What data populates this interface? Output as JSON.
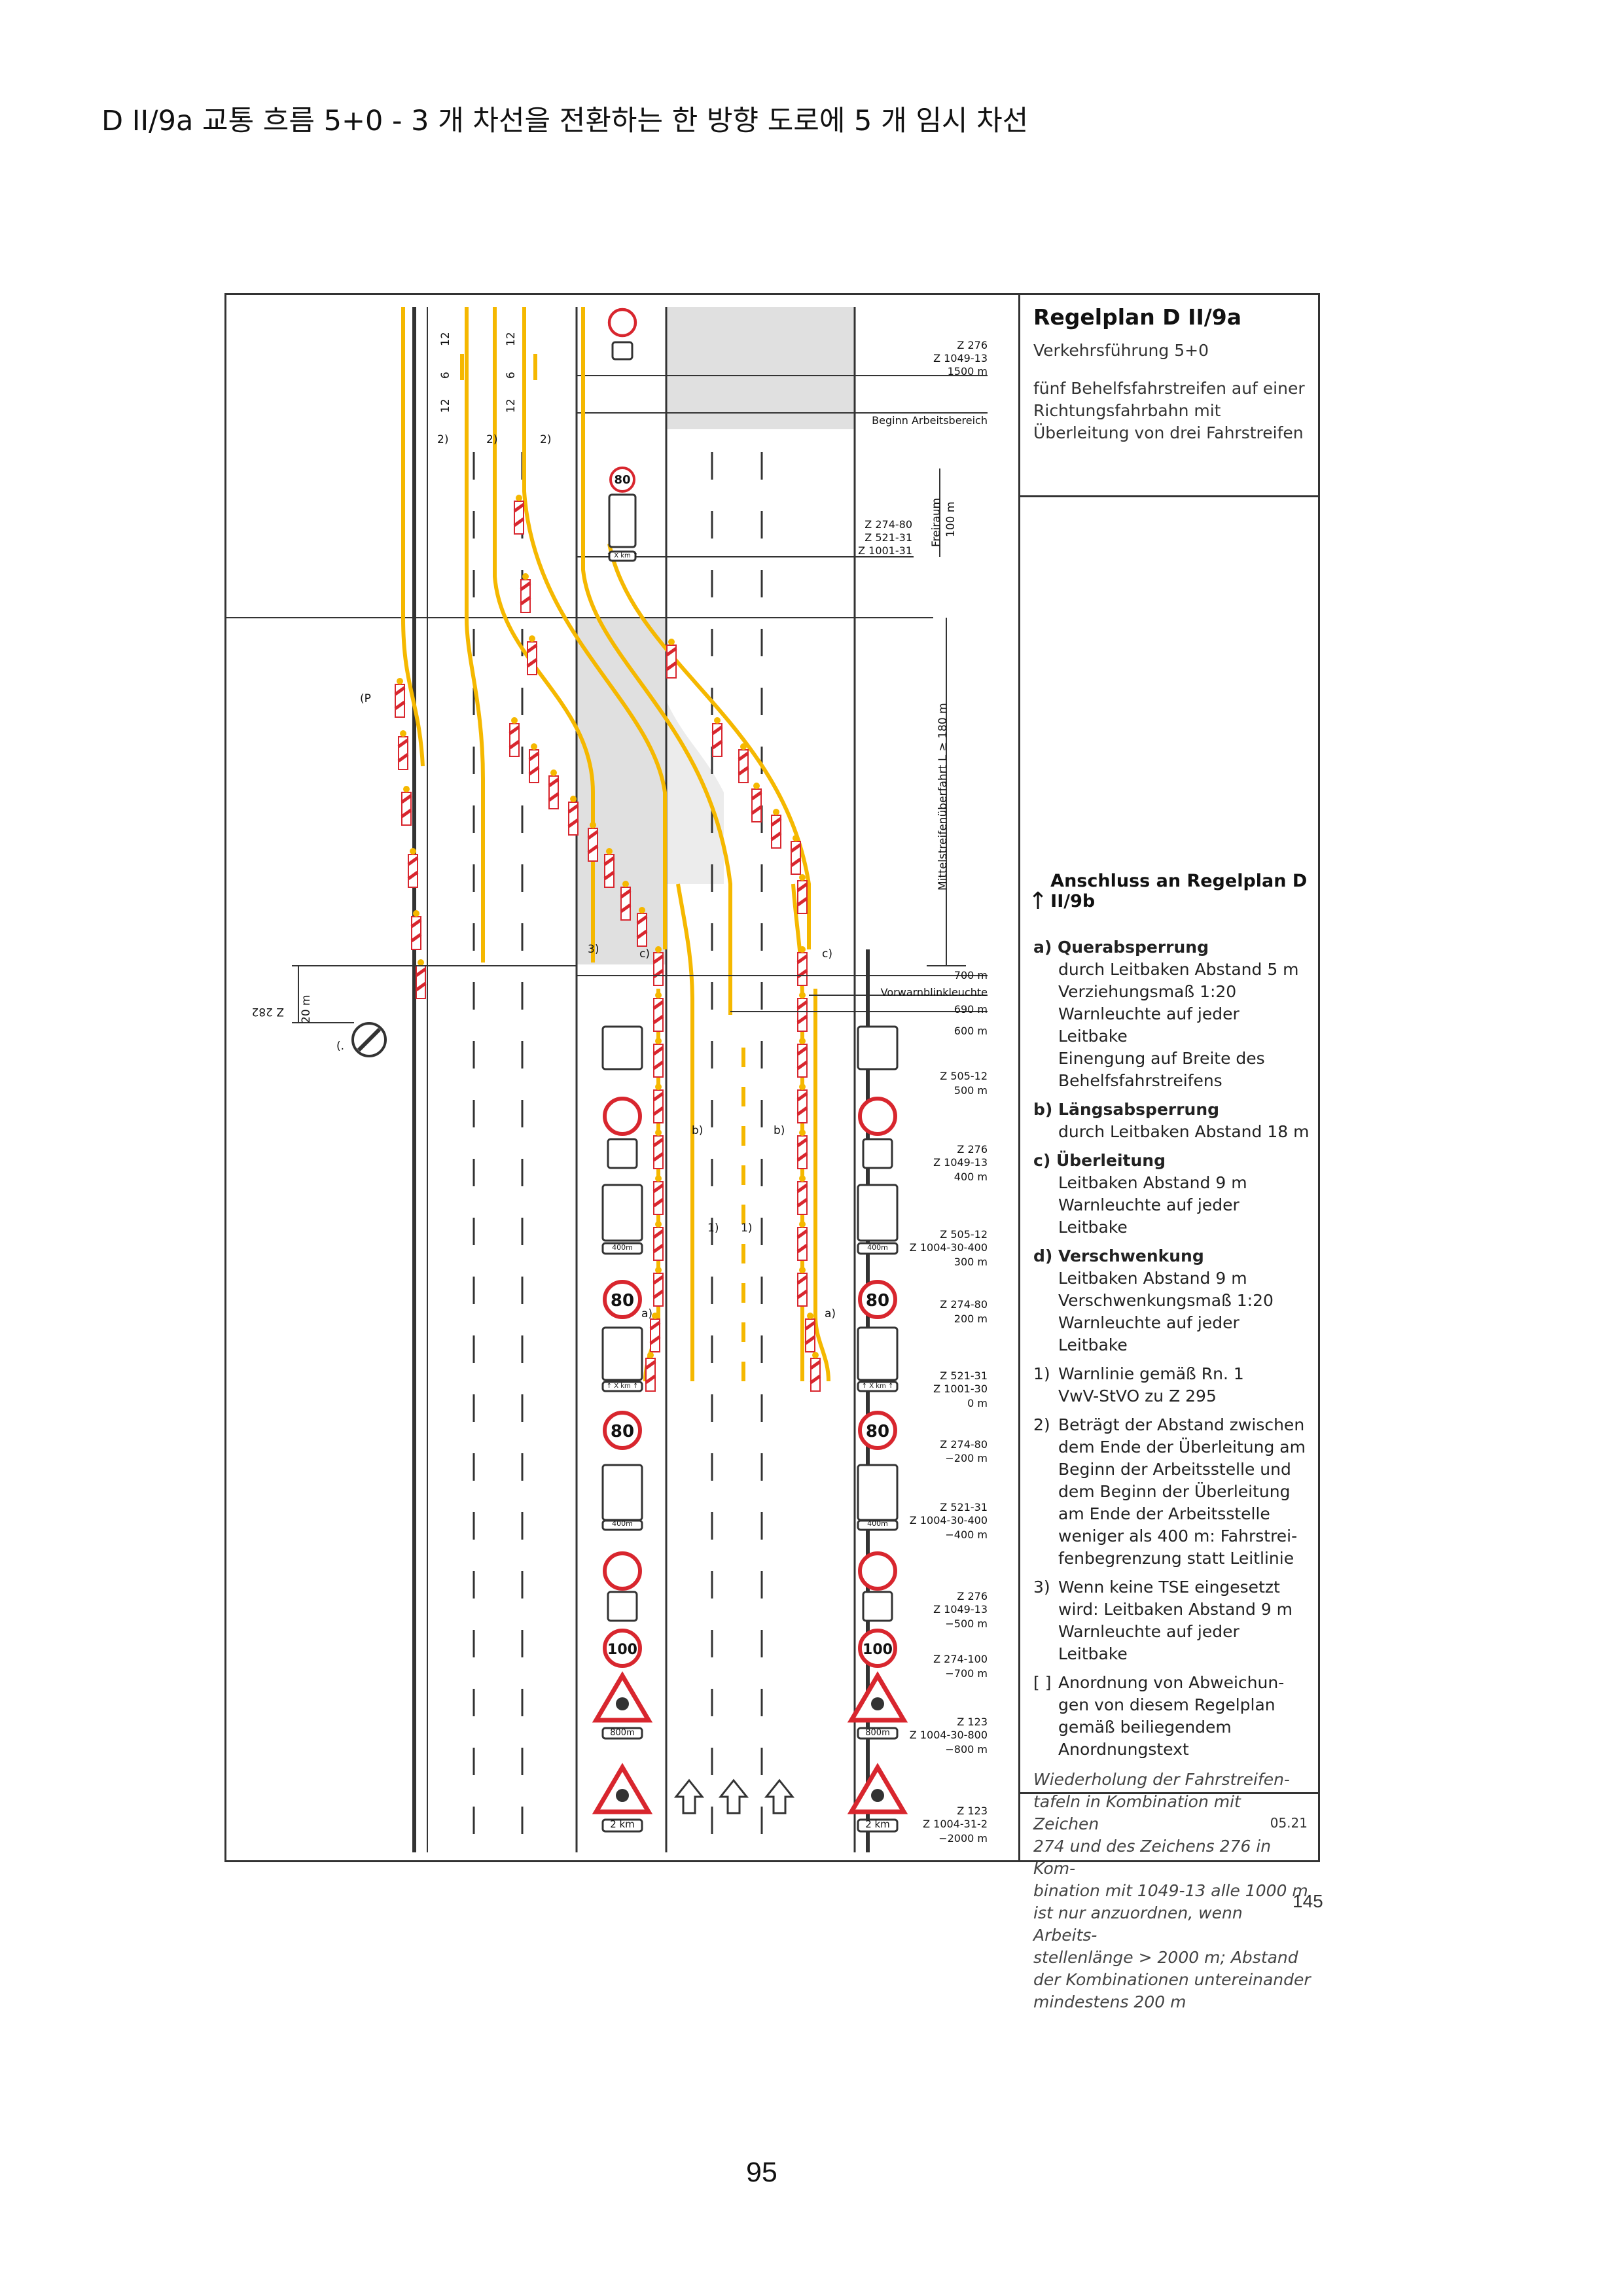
{
  "header": {
    "title": "D II/9a 교통 흐름 5+0 -  3 개 차선을 전환하는 한 방향 도로에 5 개 임시 차선"
  },
  "colors": {
    "lane_yellow": "#f5b800",
    "sign_red": "#d8262e",
    "work_zone_grey": "#e0e0e0",
    "line_dark": "#333333"
  },
  "diagram": {
    "labels": {
      "z276_top": "Z 276",
      "z1049_top": "Z 1049-13",
      "dist_1500": "1500 m",
      "beginn": "Beginn Arbeitsbereich",
      "z274_80_top": "Z 274-80",
      "z521_top": "Z 521-31",
      "z1001_top": "Z 1001-31",
      "freiraum": "Freiraum",
      "freiraum_m": "100 m",
      "mittel": "Mittelstreifenüberfahrt  L ≥ 180 m",
      "dist_700": "700 m",
      "vorwarn": "Vorwarnblinkleuchte",
      "dist_690": "690 m",
      "dist_600": "600 m",
      "z505_a": "Z 505-12",
      "dist_500": "500 m",
      "z276_b": "Z 276",
      "z1049_b": "Z 1049-13",
      "dist_400": "400 m",
      "z505_b": "Z 505-12",
      "z1004_400": "Z 1004-30-400",
      "dist_300": "300 m",
      "z274_80_b": "Z 274-80",
      "dist_200": "200 m",
      "z521_b": "Z 521-31",
      "z1001_b": "Z 1001-30",
      "dist_0": "0 m",
      "z274_80_c": "Z 274-80",
      "dist_m200": "−200 m",
      "z521_c": "Z 521-31",
      "z1004_c": "Z 1004-30-400",
      "dist_m400": "−400 m",
      "z276_c": "Z 276",
      "z1049_c": "Z 1049-13",
      "dist_m500": "−500 m",
      "z274_100": "Z 274-100",
      "dist_m700": "−700 m",
      "z123_a": "Z 123",
      "z1004_800": "Z 1004-30-800",
      "dist_m800": "−800 m",
      "z123_b": "Z 123",
      "z1004_31_2": "Z 1004-31-2",
      "dist_m2000": "−2000 m",
      "lbl_12_a": "12",
      "lbl_6_a": "6",
      "lbl_12_b": "12",
      "lbl_6_b": "6",
      "lbl_12_c": "12",
      "lbl_12_d": "12",
      "lbl_2_a": "2)",
      "lbl_2_b": "2)",
      "lbl_2_c": "2)",
      "lbl_3": "3)",
      "lbl_c_left": "c)",
      "lbl_c_right": "c)",
      "lbl_b_left": "b)",
      "lbl_b_right": "b)",
      "lbl_1_left": "1)",
      "lbl_1_right": "1)",
      "lbl_a_left": "a)",
      "lbl_a_right": "a)",
      "lbl_p": "(P",
      "lbl_20m": "20 m",
      "lbl_z282": "Z 282",
      "lbl_paren": "(.",
      "sign_80": "80",
      "sign_100": "100",
      "sign_2km": "2 km",
      "sign_800m": "800m",
      "sign_400m": "400m",
      "sign_xkm": "↑ X km ↑"
    }
  },
  "legend": {
    "plan_name": "Regelplan D II/9a",
    "subtitle": "Verkehrsführung 5+0",
    "description": "fünf Behelfsfahrstreifen auf einer Richtungsfahrbahn mit Überleitung von drei Fahrstreifen",
    "connect": "Anschluss an Regelplan D II/9b",
    "items": [
      {
        "title": "a) Querabsperrung",
        "body": "durch Leitbaken Abstand 5 m\nVerziehungsmaß 1:20\nWarnleuchte auf jeder Leitbake\nEinengung auf Breite des\nBehelfsfahrstreifens"
      },
      {
        "title": "b) Längsabsperrung",
        "body": "durch Leitbaken Abstand 18 m"
      },
      {
        "title": "c) Überleitung",
        "body": "Leitbaken Abstand 9 m\nWarnleuchte auf jeder Leitbake"
      },
      {
        "title": "d) Verschwenkung",
        "body": "Leitbaken Abstand 9 m\nVerschwenkungsmaß 1:20\nWarnleuchte auf jeder Leitbake"
      }
    ],
    "notes": [
      {
        "key": "1)",
        "body": "Warnlinie gemäß Rn. 1\nVwV-StVO zu Z 295"
      },
      {
        "key": "2)",
        "body": "Beträgt der Abstand zwischen\ndem Ende der Überleitung am\nBeginn der Arbeitsstelle und\ndem Beginn der Überleitung\nam Ende der Arbeitsstelle\nweniger als 400 m: Fahrstrei-\nfenbegrenzung statt Leitlinie"
      },
      {
        "key": "3)",
        "body": "Wenn keine TSE eingesetzt\nwird: Leitbaken Abstand 9 m\nWarnleuchte auf jeder Leitbake"
      },
      {
        "key": "[ ]",
        "body": "Anordnung von Abweichun-\ngen von diesem Regelplan\ngemäß beiliegendem\nAnordnungstext"
      }
    ],
    "italic_note": "Wiederholung der Fahrstreifen-\ntafeln in Kombination mit Zeichen\n274 und des Zeichens 276 in Kom-\nbination mit 1049-13 alle 1000 m\nist nur anzuordnen, wenn Arbeits-\nstellenlänge > 2000 m; Abstand\nder Kombinationen untereinander\nmindestens 200 m",
    "edition": "05.21"
  },
  "source_page": "145",
  "page_number": "95"
}
